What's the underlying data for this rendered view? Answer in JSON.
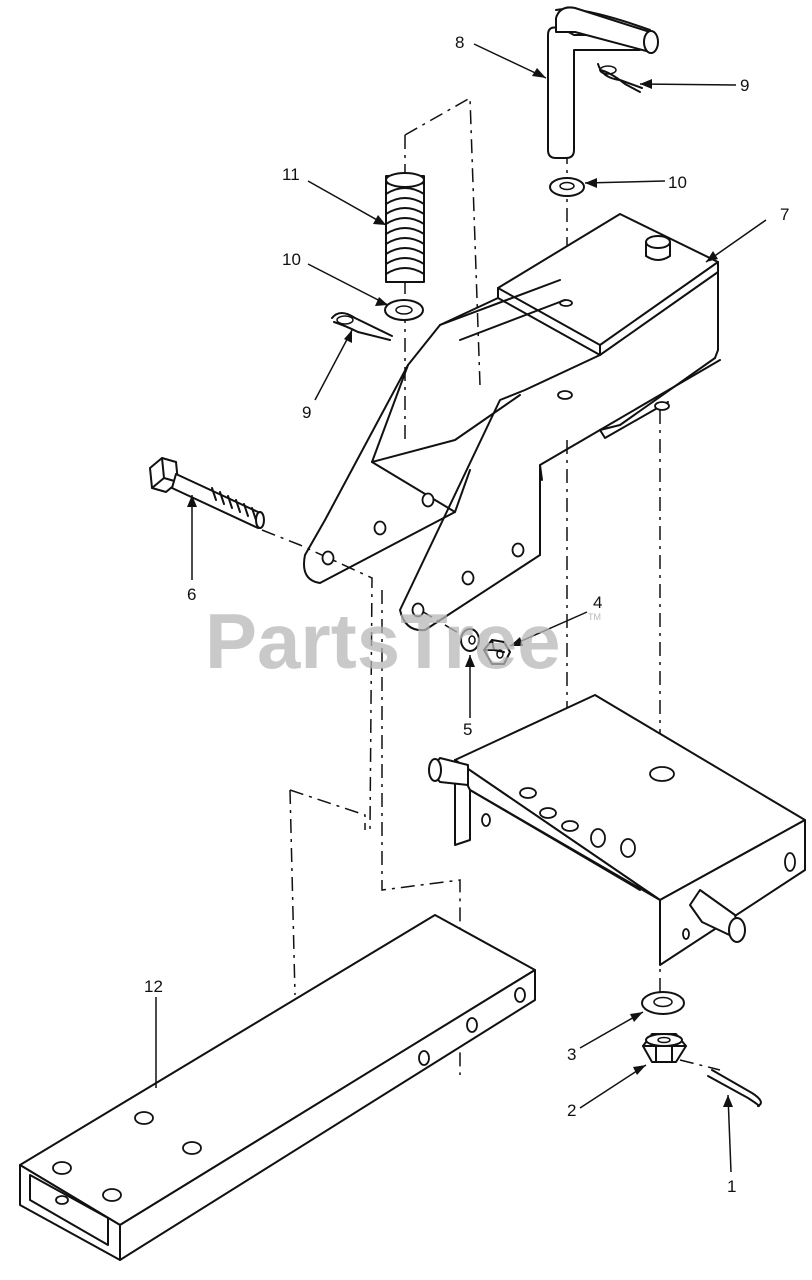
{
  "watermark": {
    "text": "PartsTree",
    "trademark": "TM"
  },
  "callouts": [
    {
      "id": "1",
      "label": "1"
    },
    {
      "id": "2",
      "label": "2"
    },
    {
      "id": "3",
      "label": "3"
    },
    {
      "id": "4",
      "label": "4"
    },
    {
      "id": "5",
      "label": "5"
    },
    {
      "id": "6",
      "label": "6"
    },
    {
      "id": "7",
      "label": "7"
    },
    {
      "id": "8",
      "label": "8"
    },
    {
      "id": "9a",
      "label": "9"
    },
    {
      "id": "9b",
      "label": "9"
    },
    {
      "id": "10a",
      "label": "10"
    },
    {
      "id": "10b",
      "label": "10"
    },
    {
      "id": "11",
      "label": "11"
    },
    {
      "id": "12",
      "label": "12"
    }
  ]
}
